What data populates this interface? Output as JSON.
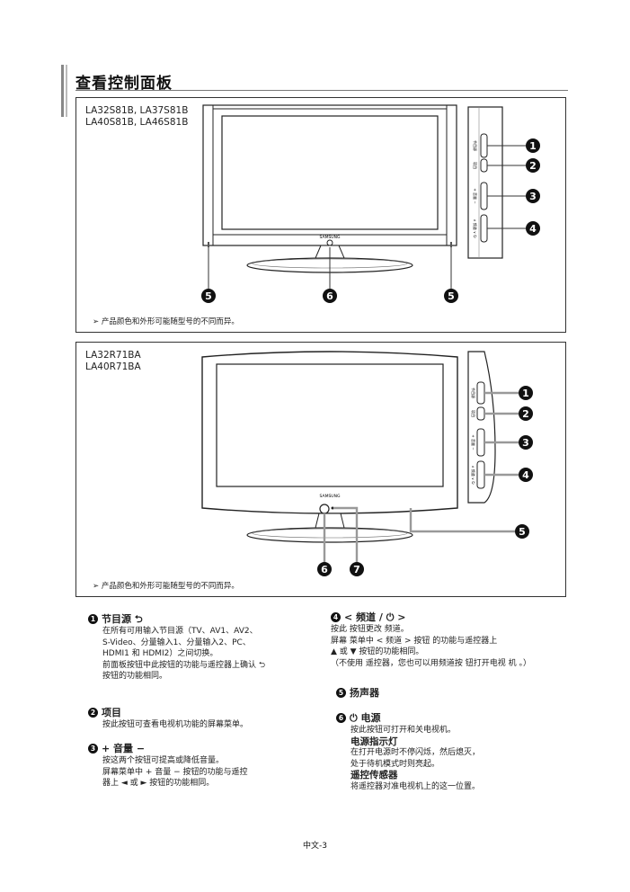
{
  "page_title": "查看控制面板",
  "panel1": {
    "models": [
      "LA32S81B, LA37S81B",
      "LA40S81B, LA46S81B"
    ],
    "brand": "SAMSUNG",
    "side_labels": [
      "节目源",
      "项目",
      "+ 音量 −",
      "∧ 频道 ∨ ⏻"
    ],
    "callouts": [
      "1",
      "2",
      "3",
      "4",
      "5",
      "6",
      "5"
    ],
    "note": "产品颜色和外形可能随型号的不同而异。"
  },
  "panel2": {
    "models": [
      "LA32R71BA",
      "LA40R71BA"
    ],
    "brand": "SAMSUNG",
    "side_labels": [
      "节目源",
      "项目",
      "+ 音量 −",
      "∧ 频道 ∨ ⏻"
    ],
    "callouts": [
      "1",
      "2",
      "3",
      "4",
      "5",
      "6",
      "7"
    ],
    "note": "产品颜色和外形可能随型号的不同而异。"
  },
  "left_col": [
    {
      "num": "1",
      "title": "节目源 ⮌",
      "lines": [
        "在所有可用输入节目源（TV、AV1、AV2、",
        "S-Video、分量输入1、分量输入2、PC、",
        "HDMI1 和 HDMI2）之间切换。",
        "前面板按钮中此按钮的功能与遥控器上确认 ⮌",
        "按钮的功能相同。"
      ]
    },
    {
      "num": "2",
      "title": "项目",
      "lines": [
        "按此按钮可查看电视机功能的屏幕菜单。"
      ]
    },
    {
      "num": "3",
      "title": "+ 音量 −",
      "lines": [
        "按这两个按钮可提高或降低音量。",
        "屏幕菜单中 + 音量 − 按钮的功能与遥控",
        "器上 ◄ 或 ► 按钮的功能相同。"
      ]
    }
  ],
  "right_col": [
    {
      "num": "4",
      "title": "< 频道 / ⏻ >",
      "lines": [
        "按此 按钮更改 频道。",
        "屏幕 菜单中 < 频道 > 按钮 的功能与遥控器上",
        "▲ 或 ▼ 按钮的功能相同。",
        "（不使用 遥控器，您也可以用频道按 钮打开电视 机 。）"
      ]
    },
    {
      "num": "5",
      "title": "扬声器",
      "lines": []
    },
    {
      "num": "6",
      "title": "⏻ 电源",
      "lines": [
        "按此按钮可打开和关电视机。"
      ],
      "subsections": [
        {
          "title": "电源指示灯",
          "lines": [
            "在打开电源时不停闪烁，然后熄灭，",
            "处于待机模式时则亮起。"
          ]
        },
        {
          "title": "遥控传感器",
          "lines": [
            "将遥控器对准电视机上的这一位置。"
          ]
        }
      ]
    }
  ],
  "footer": "中文-3"
}
